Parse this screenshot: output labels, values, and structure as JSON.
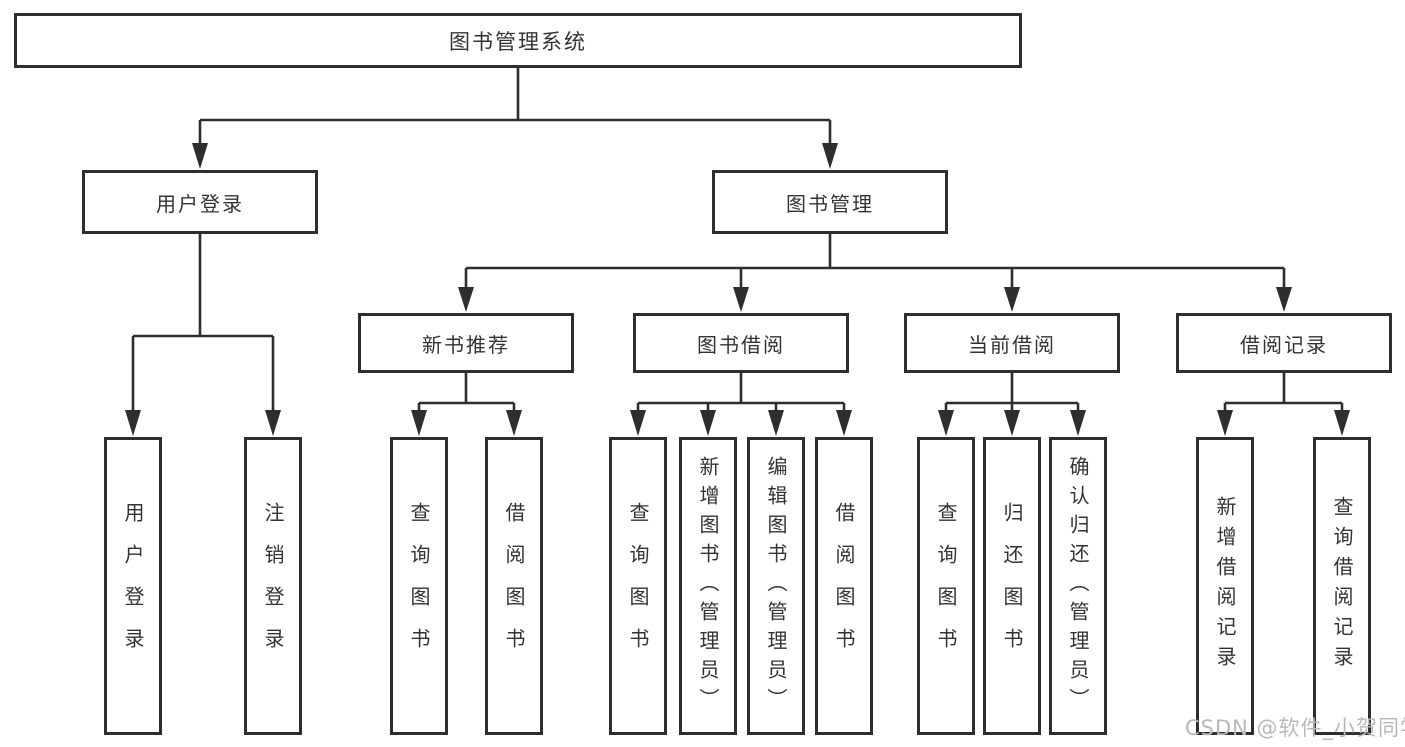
{
  "diagram": {
    "type": "hierarchy-tree",
    "nodes": {
      "root": {
        "label": "图书管理系统"
      },
      "user_login": {
        "label": "用户登录"
      },
      "book_mgmt": {
        "label": "图书管理"
      },
      "new_books": {
        "label": "新书推荐"
      },
      "book_borrow": {
        "label": "图书借阅"
      },
      "current_borrow": {
        "label": "当前借阅"
      },
      "borrow_records": {
        "label": "借阅记录"
      },
      "leaves": {
        "ul_login": {
          "label": "用户登录"
        },
        "ul_logout": {
          "label": "注销登录"
        },
        "nb_query": {
          "label": "查询图书"
        },
        "nb_borrow": {
          "label": "借阅图书"
        },
        "bb_query": {
          "label": "查询图书"
        },
        "bb_add": {
          "label": "新增图书（管理员）"
        },
        "bb_edit": {
          "label": "编辑图书（管理员）"
        },
        "bb_borrow": {
          "label": "借阅图书"
        },
        "cb_query": {
          "label": "查询图书"
        },
        "cb_return": {
          "label": "归还图书"
        },
        "cb_confirm": {
          "label": "确认归还（管理员）"
        },
        "br_add": {
          "label": "新增借阅记录"
        },
        "br_query": {
          "label": "查询借阅记录"
        }
      },
      "hierarchy": {
        "图书管理系统": {
          "用户登录": [
            "用户登录",
            "注销登录"
          ],
          "图书管理": {
            "新书推荐": [
              "查询图书",
              "借阅图书"
            ],
            "图书借阅": [
              "查询图书",
              "新增图书（管理员）",
              "编辑图书（管理员）",
              "借阅图书"
            ],
            "当前借阅": [
              "查询图书",
              "归还图书",
              "确认归还（管理员）"
            ],
            "借阅记录": [
              "新增借阅记录",
              "查询借阅记录"
            ]
          }
        }
      }
    },
    "colors": {
      "line": "#2e2e2e",
      "box_border": "#2e2e2e",
      "box_background": "#ffffff",
      "text": "#333333",
      "watermark": "#b9b9b9",
      "background": "#ffffff"
    }
  },
  "watermark": {
    "text": "CSDN @软件_小贺同学"
  }
}
